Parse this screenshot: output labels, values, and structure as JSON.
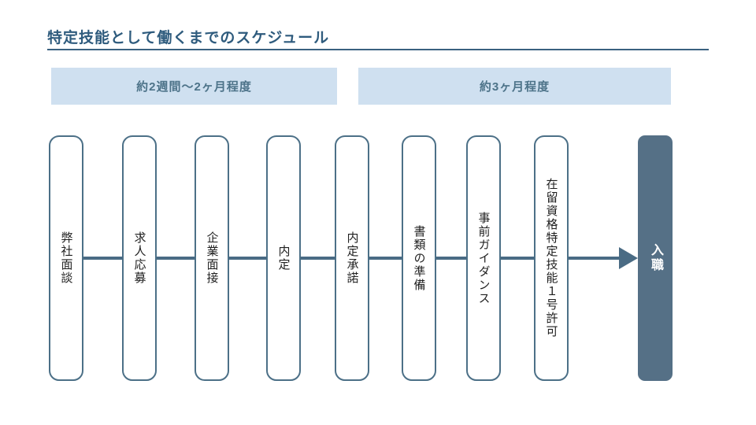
{
  "slide": {
    "title": "特定技能として働くまでのスケジュール",
    "colors": {
      "title_text": "#2e5b7d",
      "title_underline": "#3a6180",
      "banner_bg": "#cfe0f0",
      "banner_text": "#4d7389",
      "box_border": "#4c7087",
      "box_text": "#1f1f1f",
      "connector": "#4a6b84",
      "final_box_bg": "#557086",
      "final_box_text": "#ffffff"
    }
  },
  "duration_banners": [
    {
      "label": "約2週間〜2ヶ月程度"
    },
    {
      "label": "約3ヶ月程度"
    }
  ],
  "flow": {
    "steps": [
      {
        "label": "弊社面談"
      },
      {
        "label": "求人応募"
      },
      {
        "label": "企業面接"
      },
      {
        "label": "内定"
      },
      {
        "label": "内定承諾"
      },
      {
        "label": "書類の準備"
      },
      {
        "label": "事前ガイダンス"
      },
      {
        "label": "在留資格特定技能１号許可"
      }
    ],
    "final_step": {
      "label": "入職"
    }
  }
}
